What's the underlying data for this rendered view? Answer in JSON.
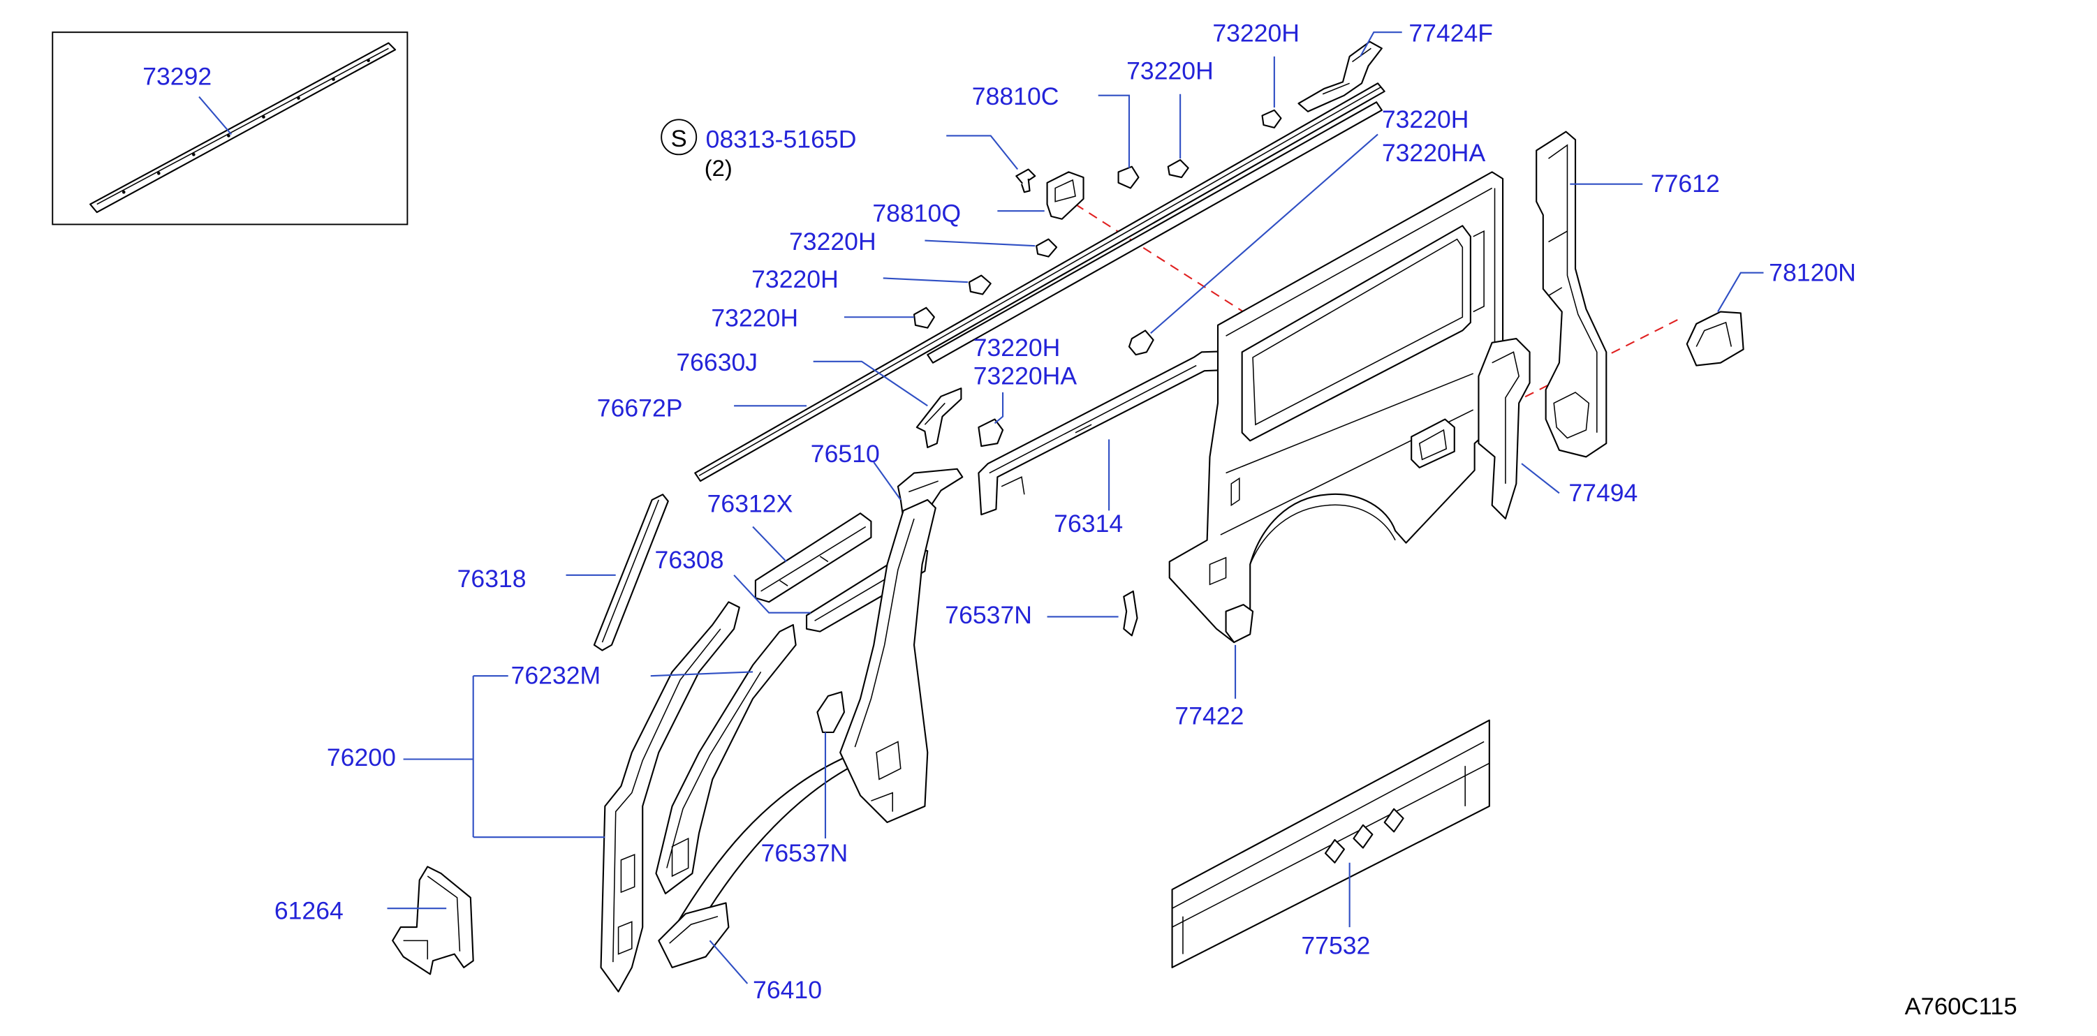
{
  "diagram_code": "A760C115",
  "inset": {
    "callout": "73292"
  },
  "fastener": {
    "symbol": "S",
    "part_number": "08313-5165D",
    "quantity": "(2)"
  },
  "callouts": [
    {
      "label": "78810C"
    },
    {
      "label": "73220H"
    },
    {
      "label": "77424F"
    },
    {
      "label": "73220H"
    },
    {
      "label": "73220H"
    },
    {
      "label": "73220HA"
    },
    {
      "label": "77612"
    },
    {
      "label": "78120N"
    },
    {
      "label": "78810Q"
    },
    {
      "label": "73220H"
    },
    {
      "label": "73220H"
    },
    {
      "label": "73220H"
    },
    {
      "label": "76630J"
    },
    {
      "label": "76672P"
    },
    {
      "label": "73220H"
    },
    {
      "label": "73220HA"
    },
    {
      "label": "76510"
    },
    {
      "label": "76314"
    },
    {
      "label": "77494"
    },
    {
      "label": "76312X"
    },
    {
      "label": "76308"
    },
    {
      "label": "76318"
    },
    {
      "label": "76537N"
    },
    {
      "label": "76232M"
    },
    {
      "label": "76200"
    },
    {
      "label": "77422"
    },
    {
      "label": "61264"
    },
    {
      "label": "76537N"
    },
    {
      "label": "77532"
    },
    {
      "label": "76410"
    }
  ],
  "colors": {
    "callout_text": "#2323d8",
    "leader_line": "#2f4fc4",
    "part_outline": "#000000",
    "phantom_line": "#e02020",
    "background": "#ffffff"
  }
}
